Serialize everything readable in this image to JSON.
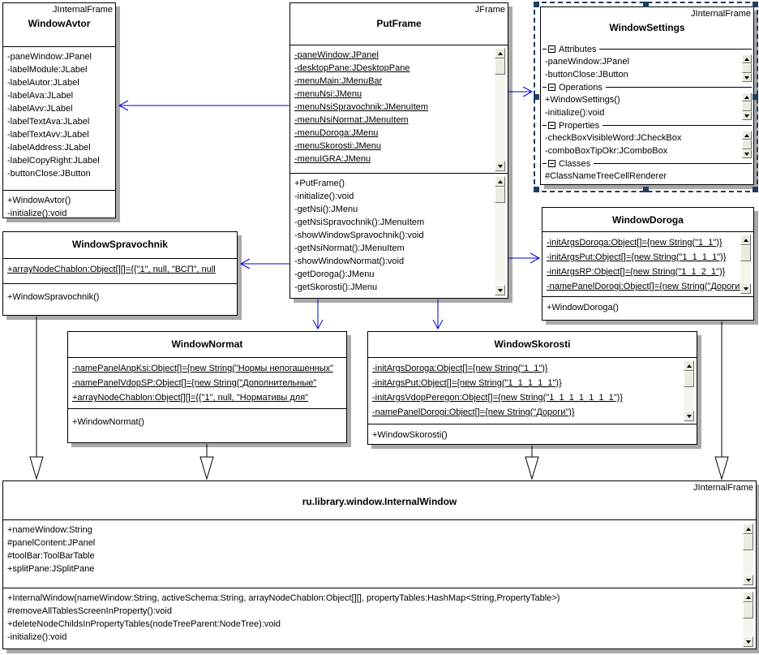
{
  "colors": {
    "dependency_arrow": "#0000cc",
    "generalization_line": "#000000",
    "selection_border": "#1f3c61",
    "box_shadow": "#a9a9a9",
    "scrollbar_face": "#eceade"
  },
  "icons": {
    "collapse": "minus-box",
    "scroll_up": "black up triangle",
    "scroll_down": "black down triangle"
  },
  "boxes": {
    "window_avtor": {
      "stereotype": "JInternalFrame",
      "name": "WindowAvtor",
      "attributes": [
        "-paneWindow:JPanel",
        "-labelModule:JLabel",
        "-labelAutor:JLabel",
        "-labelAva:JLabel",
        "-labelAvv:JLabel",
        "-labelTextAva:JLabel",
        "-labelTextAvv:JLabel",
        "-labelAddress:JLabel",
        "-labelCopyRight:JLabel",
        "-buttonClose:JButton"
      ],
      "operations": [
        "+WindowAvtor()",
        "-initialize():void"
      ]
    },
    "put_frame": {
      "stereotype": "JFrame",
      "name": "PutFrame",
      "attributes": [
        "-paneWindow:JPanel",
        "-desktopPane:JDesktopPane",
        "-menuMain:JMenuBar",
        "-menuNsi:JMenu",
        "-menuNsiSpravochnik:JMenuItem",
        "-menuNsiNormat:JMenuItem",
        "-menuDoroga:JMenu",
        "-menuSkorosti:JMenu",
        "-menuIGRA:JMenu"
      ],
      "operations": [
        "+PutFrame()",
        "-initialize():void",
        "-getNsi():JMenu",
        "-getNsiSpravochnik():JMenuItem",
        "-showWindowSpravochnik():void",
        "-getNsiNormat():JMenuItem",
        "-showWindowNormat():void",
        "-getDoroga():JMenu",
        "-getSkorosti():JMenu"
      ]
    },
    "window_settings": {
      "stereotype": "JInternalFrame",
      "name": "WindowSettings",
      "sections": [
        {
          "label": "Attributes",
          "rows": [
            "-paneWindow:JPanel",
            "-buttonClose:JButton"
          ]
        },
        {
          "label": "Operations",
          "rows": [
            "+WindowSettings()",
            "-initialize():void"
          ]
        },
        {
          "label": "Properties",
          "rows": [
            "-checkBoxVisibleWord:JCheckBox",
            "-comboBoxTipOkr:JComboBox"
          ]
        },
        {
          "label": "Classes",
          "rows": [
            "#ClassNameTreeCellRenderer"
          ]
        }
      ]
    },
    "window_doroga": {
      "name": "WindowDoroga",
      "attributes": [
        "-initArgsDoroga:Object[]={new String(\"1_1\")}",
        "-initArgsPut:Object[]={new String(\"1_1_1_1\")}",
        "-initArgsRP:Object[]={new String(\"1_1_2_1\")}",
        "-namePanelDorogi:Object[]={new String(\"Дороги\")}"
      ],
      "operations": [
        "+WindowDoroga()"
      ]
    },
    "window_spravochnik": {
      "name": "WindowSpravochnik",
      "attributes": [
        "+arrayNodeChablon:Object[][]={{\"1\", null, \"ВСП\", null"
      ],
      "operations": [
        "+WindowSpravochnik()"
      ]
    },
    "window_normat": {
      "name": "WindowNormat",
      "attributes": [
        "-namePanelAnpKsi:Object[]={new String(\"Нормы непогашенных\"",
        "-namePanelVdopSP:Object[]={new String(\"Дополнительные\"",
        "+arrayNodeChablon:Object[][]={{\"1\", null, \"Нормативы для\""
      ],
      "operations": [
        "+WindowNormat()"
      ]
    },
    "window_skorosti": {
      "name": "WindowSkorosti",
      "attributes": [
        "-initArgsDoroga:Object[]={new String(\"1_1\")}",
        "-initArgsPut:Object[]={new String(\"1_1_1_1_1\")}",
        "-initArgsVdopPeregon:Object[]={new String(\"1_1_1_1_1_1_1\")}",
        "-namePanelDorogi:Object[]={new String(\"Дороги\")}"
      ],
      "operations": [
        "+WindowSkorosti()"
      ]
    },
    "internal_window": {
      "stereotype": "JInternalFrame",
      "name": "ru.library.window.InternalWindow",
      "attributes": [
        "+nameWindow:String",
        "#panelContent:JPanel",
        "#toolBar:ToolBarTable",
        "+splitPane:JSplitPane"
      ],
      "operations": [
        "+InternalWindow(nameWindow:String, activeSchema:String, arrayNodeChablon:Object[][], propertyTables:HashMap<String,PropertyTable>)",
        "#removeAllTablesScreenInProperty():void",
        "+deleteNodeChildsInPropertyTables(nodeTreeParent:NodeTree):void",
        "-initialize():void"
      ]
    }
  },
  "relationships": [
    {
      "type": "dependency",
      "from": "PutFrame",
      "to": "WindowAvtor"
    },
    {
      "type": "dependency",
      "from": "PutFrame",
      "to": "WindowSettings"
    },
    {
      "type": "dependency",
      "from": "PutFrame",
      "to": "WindowSpravochnik"
    },
    {
      "type": "dependency",
      "from": "PutFrame",
      "to": "WindowDoroga"
    },
    {
      "type": "dependency",
      "from": "PutFrame",
      "to": "WindowNormat"
    },
    {
      "type": "dependency",
      "from": "PutFrame",
      "to": "WindowSkorosti"
    },
    {
      "type": "generalization",
      "from": "WindowSpravochnik",
      "to": "ru.library.window.InternalWindow"
    },
    {
      "type": "generalization",
      "from": "WindowNormat",
      "to": "ru.library.window.InternalWindow"
    },
    {
      "type": "generalization",
      "from": "WindowSkorosti",
      "to": "ru.library.window.InternalWindow"
    },
    {
      "type": "generalization",
      "from": "WindowDoroga",
      "to": "ru.library.window.InternalWindow"
    }
  ]
}
